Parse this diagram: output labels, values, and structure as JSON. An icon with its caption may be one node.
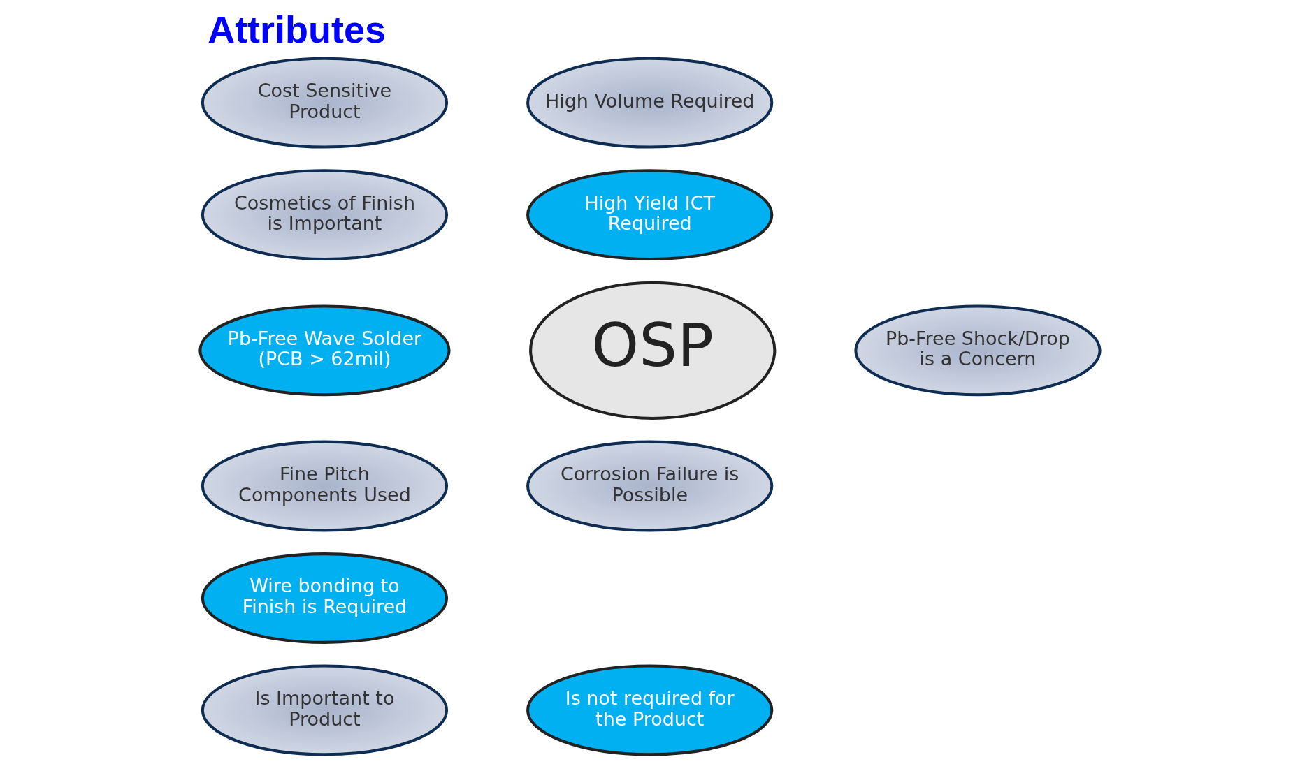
{
  "diagram": {
    "title": "Attributes",
    "nodes": [
      {
        "text": [
          "Cost Sensitive Product"
        ]
      },
      {
        "text": [
          "High Volume Required"
        ]
      },
      {
        "text": [
          "Cosmetics of Finish is Important"
        ]
      },
      {
        "text": [
          "High Yield ICT Required"
        ]
      },
      {
        "text": [
          "Pb-Free Wave Solder (PCB > 62mil)"
        ]
      },
      {
        "text": [
          "OSP"
        ]
      },
      {
        "text": [
          "Pb-Free Shock/Drop is a Concern"
        ]
      },
      {
        "text": [
          "Fine Pitch Components Used"
        ]
      },
      {
        "text": [
          "Corrosion Failure is Possible"
        ]
      },
      {
        "text": [
          "Wire bonding to Finish is Required"
        ]
      },
      {
        "text": [
          "Is Important to Product"
        ]
      },
      {
        "text": [
          "Is not required for the Product"
        ]
      }
    ],
    "edges": []
  }
}
